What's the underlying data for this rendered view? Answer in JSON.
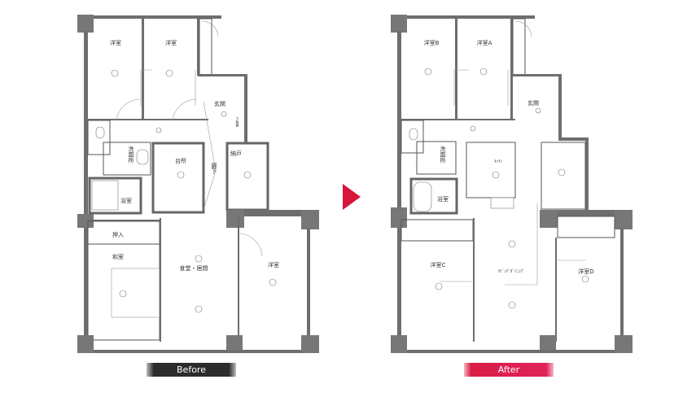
{
  "before": {
    "badge": "Before",
    "rooms": {
      "western1": "洋室",
      "western2": "洋室",
      "entrance": "玄関",
      "shoe_box": "下駄箱",
      "storage": "納戸",
      "washroom": "洗面所",
      "kitchen": "台所",
      "hallway": "廊下",
      "bath": "浴室",
      "closet": "押入",
      "japanese": "和室",
      "dining_living": "食堂・居間",
      "western3": "洋室"
    }
  },
  "after": {
    "badge": "After",
    "rooms": {
      "western_b": "洋室B",
      "western_a": "洋室A",
      "entrance": "玄関",
      "kitchen": "ｷｯﾁﾝ",
      "washroom": "洗面所",
      "bath": "浴室",
      "western_c": "洋室C",
      "living_dining": "ﾘﾋﾞﾝｸﾞﾀﾞｲﾆﾝｸﾞ",
      "western_d": "洋室D"
    }
  },
  "colors": {
    "arrow": "#d6163a",
    "after_badge": "#d81c45",
    "before_badge": "#2b2b2b"
  }
}
